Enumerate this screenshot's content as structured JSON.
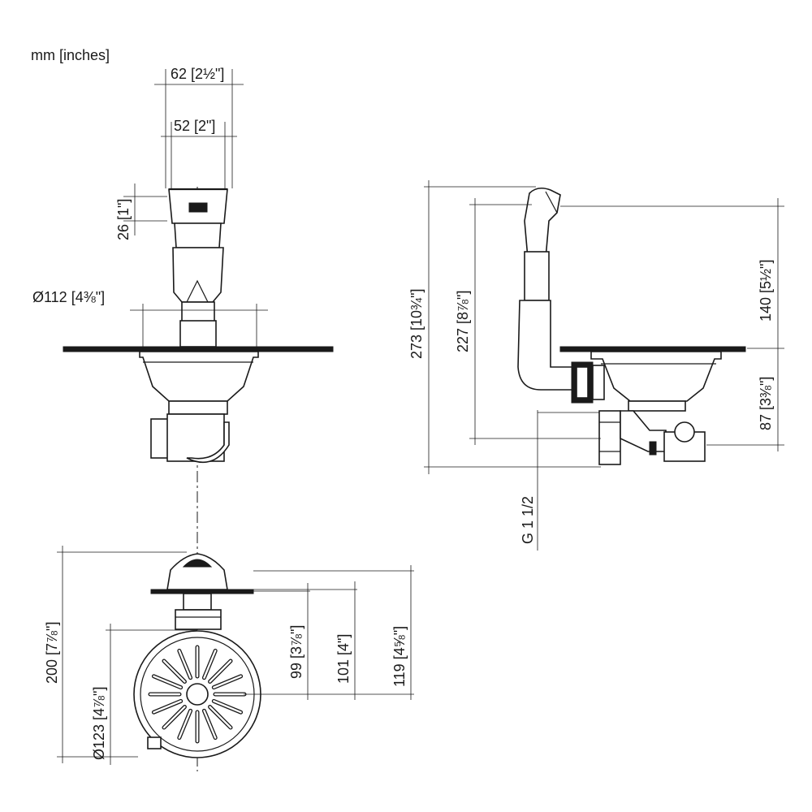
{
  "units_label": "mm [inches]",
  "dimensions": {
    "width_top": "62 [2½\"]",
    "width_inner": "52 [2\"]",
    "height_small": "26 [1\"]",
    "diameter_plate": "Ø112 [4⅜\"]",
    "total_height": "273 [10¾\"]",
    "height_227": "227 [8⅞\"]",
    "height_140": "140 [5½\"]",
    "height_87": "87 [3⅜\"]",
    "thread": "G 1 1/2",
    "height_200": "200 [7⅞\"]",
    "diameter_strainer": "Ø123 [4⅞\"]",
    "depth_99": "99 [3⅞\"]",
    "depth_101": "101 [4\"]",
    "depth_119": "119 [4⅝\"]"
  }
}
